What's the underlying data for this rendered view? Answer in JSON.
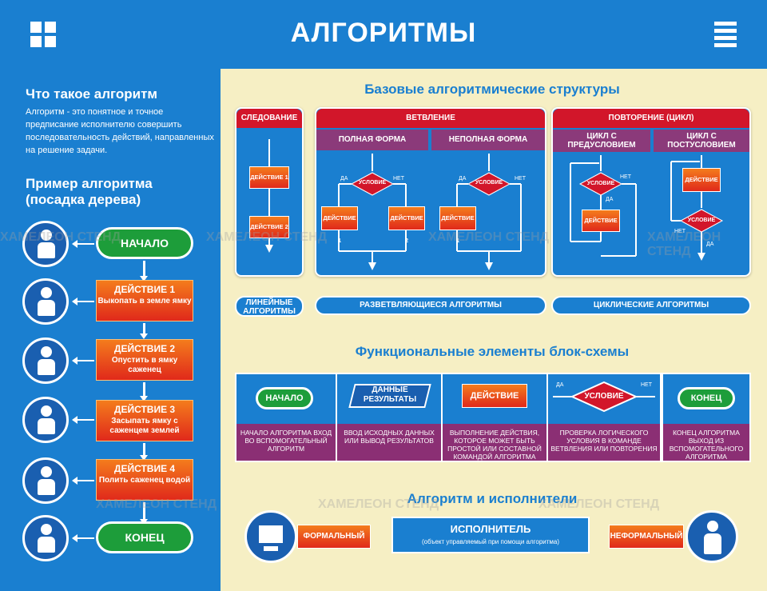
{
  "header": {
    "title": "АЛГОРИТМЫ"
  },
  "left": {
    "what_title": "Что такое алгоритм",
    "what_text": "Алгоритм - это понятное и точное предписание исполнителю совершить последовательность действий, направленных на решение задачи.",
    "example_title": "Пример алгоритма (посадка дерева)",
    "start": "НАЧАЛО",
    "end": "КОНЕЦ",
    "steps": [
      {
        "title": "ДЕЙСТВИЕ 1",
        "desc": "Выкопать в земле ямку"
      },
      {
        "title": "ДЕЙСТВИЕ 2",
        "desc": "Опустить в ямку саженец"
      },
      {
        "title": "ДЕЙСТВИЕ 3",
        "desc": "Засыпать ямку с саженцем землей"
      },
      {
        "title": "ДЕЙСТВИЕ 4",
        "desc": "Полить саженец водой"
      }
    ]
  },
  "basic": {
    "title": "Базовые алгоритмические структуры",
    "seq": {
      "head": "СЛЕДОВАНИЕ",
      "a1": "ДЕЙСТВИЕ 1",
      "a2": "ДЕЙСТВИЕ 2",
      "caption": "ЛИНЕЙНЫЕ АЛГОРИТМЫ"
    },
    "branch": {
      "head": "ВЕТВЛЕНИЕ",
      "full": "ПОЛНАЯ ФОРМА",
      "partial": "НЕПОЛНАЯ ФОРМА",
      "cond": "УСЛОВИЕ",
      "yes": "ДА",
      "no": "НЕТ",
      "a1": "ДЕЙСТВИЕ 1",
      "a2": "ДЕЙСТВИЕ 2",
      "caption": "РАЗВЕТВЛЯЮЩИЕСЯ АЛГОРИТМЫ"
    },
    "loop": {
      "head": "ПОВТОРЕНИЕ (ЦИКЛ)",
      "pre": "ЦИКЛ С ПРЕДУСЛОВИЕМ",
      "post": "ЦИКЛ С ПОСТУСЛОВИЕМ",
      "cond": "УСЛОВИЕ",
      "action": "ДЕЙСТВИЕ",
      "yes": "ДА",
      "no": "НЕТ",
      "caption": "ЦИКЛИЧЕСКИЕ АЛГОРИТМЫ"
    }
  },
  "func": {
    "title": "Функциональные элементы блок-схемы",
    "items": [
      {
        "label": "НАЧАЛО",
        "desc": "НАЧАЛО АЛГОРИТМА ВХОД ВО ВСПОМОГАТЕЛЬНЫЙ АЛГОРИТМ"
      },
      {
        "label": "ДАННЫЕ РЕЗУЛЬТАТЫ",
        "desc": "ВВОД ИСХОДНЫХ ДАННЫХ ИЛИ ВЫВОД РЕЗУЛЬТАТОВ"
      },
      {
        "label": "ДЕЙСТВИЕ",
        "desc": "ВЫПОЛНЕНИЕ ДЕЙСТВИЯ, КОТОРОЕ МОЖЕТ БЫТЬ ПРОСТОЙ ИЛИ СОСТАВНОЙ КОМАНДОЙ АЛГОРИТМА"
      },
      {
        "label": "УСЛОВИЕ",
        "desc": "ПРОВЕРКА ЛОГИЧЕСКОГО УСЛОВИЯ В КОМАНДЕ ВЕТВЛЕНИЯ ИЛИ ПОВТОРЕНИЯ"
      },
      {
        "label": "КОНЕЦ",
        "desc": "КОНЕЦ АЛГОРИТМА ВЫХОД ИЗ ВСПОМОГАТЕЛЬНОГО АЛГОРИТМА"
      }
    ],
    "yes": "ДА",
    "no": "НЕТ"
  },
  "exec": {
    "title": "Алгоритм и исполнители",
    "formal": "ФОРМАЛЬНЫЙ",
    "informal": "НЕФОРМАЛЬНЫЙ",
    "executor": "ИСПОЛНИТЕЛЬ",
    "executor_sub": "(объект управляемый при помощи алгоритма)"
  },
  "watermark": "ХАМЕЛЕОН СТЕНД"
}
